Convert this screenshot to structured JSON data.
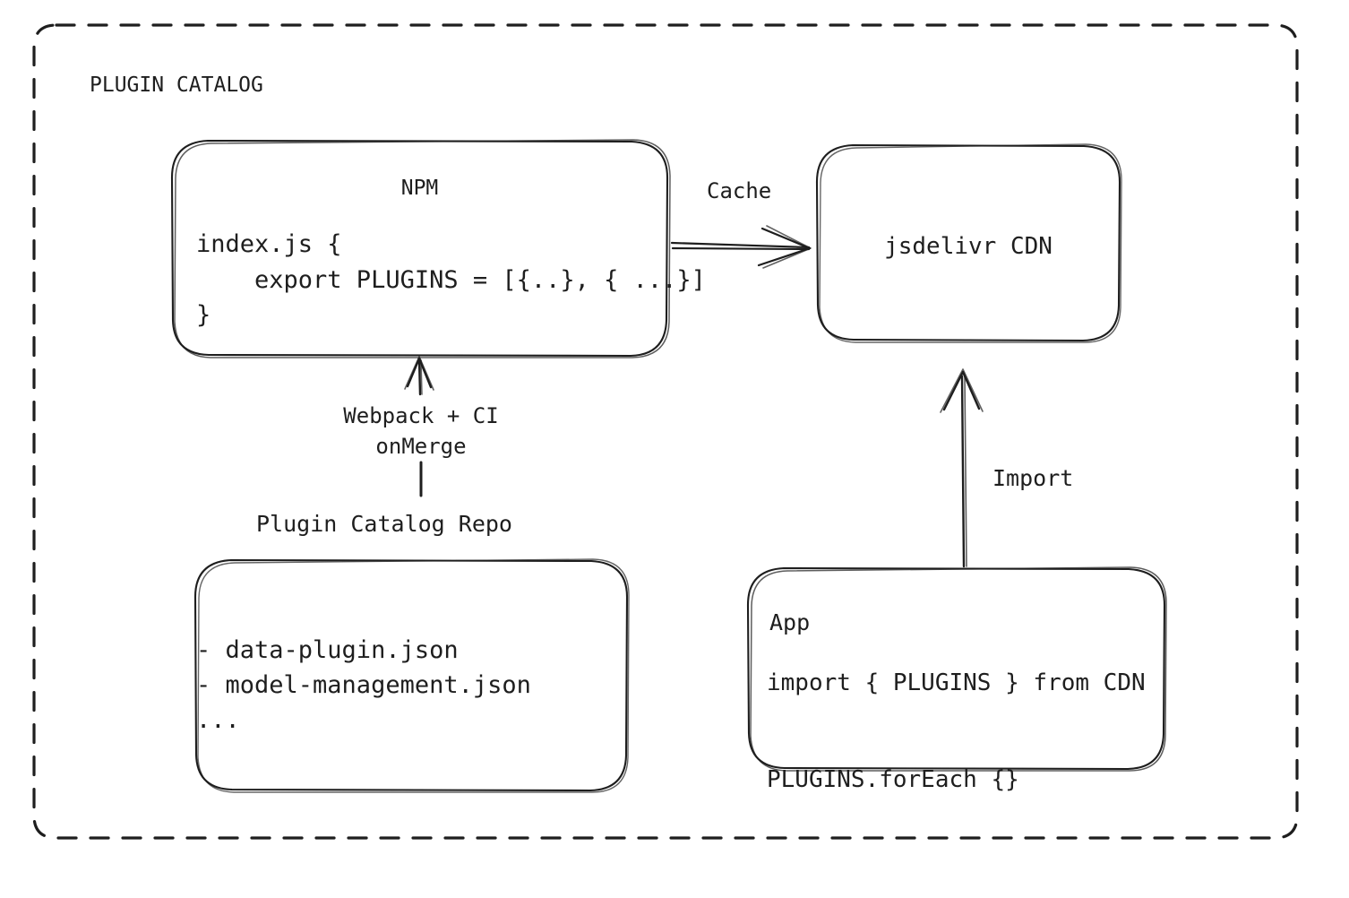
{
  "diagram": {
    "group_label": "PLUGIN CATALOG",
    "stroke_color": "#1e1e1e",
    "background_color": "#ffffff",
    "nodes": {
      "npm": {
        "title": "NPM",
        "code_lines": "index.js {\n    export PLUGINS = [{..}, { ...}]\n}"
      },
      "cdn": {
        "title": "jsdelivr CDN"
      },
      "repo": {
        "caption": "Plugin Catalog Repo",
        "list": "- data-plugin.json\n- model-management.json\n..."
      },
      "app": {
        "title": "App",
        "code_lines": "import { PLUGINS } from CDN\n\nPLUGINS.forEach {}"
      }
    },
    "edges": {
      "cache": "Cache",
      "webpack": "Webpack + CI\nonMerge",
      "import": "Import"
    }
  }
}
